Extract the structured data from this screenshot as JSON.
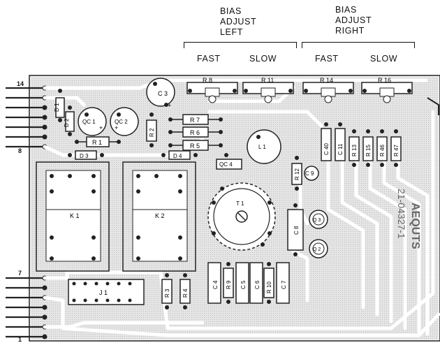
{
  "headers": {
    "left": [
      "BIAS",
      "ADJUST",
      "LEFT"
    ],
    "right": [
      "BIAS",
      "ADJUST",
      "RIGHT"
    ]
  },
  "subheaders": {
    "left_fast": "FAST",
    "left_slow": "SLOW",
    "right_fast": "FAST",
    "right_slow": "SLOW"
  },
  "pins": {
    "top_first": "14",
    "top_last": "8",
    "bottom_first": "7",
    "bottom_last": "1"
  },
  "components": {
    "R8": "R 8",
    "R11": "R 11",
    "R14": "R 14",
    "R16": "R 16",
    "C3": "C 3",
    "C3plus": "+",
    "D1": "D 1",
    "D2": "D 2",
    "D3": "D 3",
    "D4": "D 4",
    "QC1": "QC 1",
    "QC2": "QC 2",
    "R1": "R 1",
    "R2": "R 2",
    "R3": "R 3",
    "R4": "R 4",
    "R5": "R 5",
    "R6": "R 6",
    "R7": "R 7",
    "R9": "R 9",
    "R10": "R 10",
    "R12": "R 12",
    "R13": "R 13",
    "R15": "R 15",
    "R46": "R 46",
    "R47": "R 47",
    "QC4": "QC 4",
    "L1": "L 1",
    "C9": "C 9",
    "C40": "C 40",
    "C11": "C 11",
    "K1": "K 1",
    "K2": "K 2",
    "T1": "T 1",
    "Q3": "Q 3",
    "Q2": "Q 2",
    "C8": "C 8",
    "C4": "C 4",
    "C5": "C 5",
    "C6": "C 6",
    "C7": "C 7",
    "J1": "J 1"
  },
  "board_mark": {
    "name": "AEQUTS",
    "part_no": "21-04327-1"
  }
}
